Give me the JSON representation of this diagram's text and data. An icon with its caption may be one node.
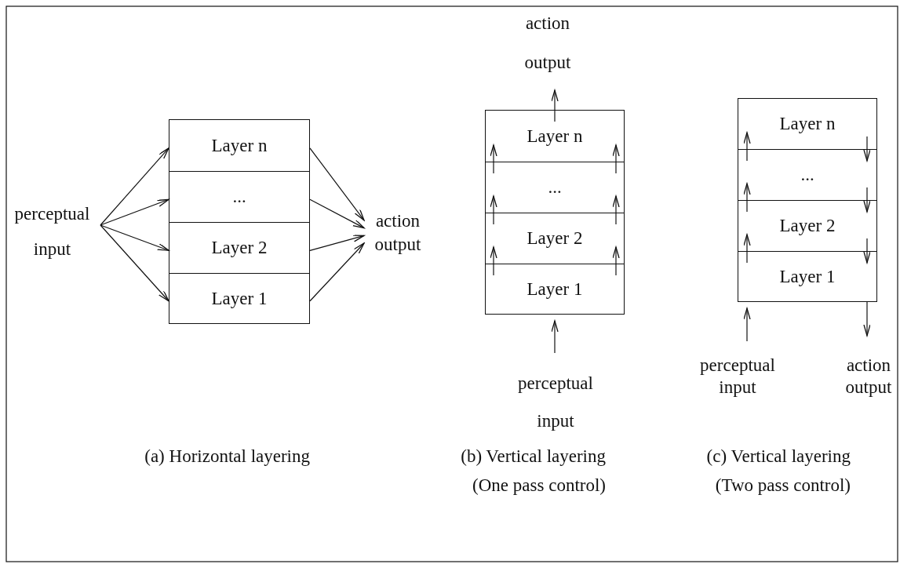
{
  "diagram": {
    "nodes": [
      {
        "text": [
          "perceptual input"
        ]
      },
      {
        "text": [
          "Layer n"
        ]
      },
      {
        "text": [
          "..."
        ]
      },
      {
        "text": [
          "Layer 2"
        ]
      },
      {
        "text": [
          "Layer 1"
        ]
      },
      {
        "text": [
          "action output"
        ]
      },
      {
        "text": [
          "action output"
        ]
      },
      {
        "text": [
          "Layer n"
        ]
      },
      {
        "text": [
          "..."
        ]
      },
      {
        "text": [
          "Layer 2"
        ]
      },
      {
        "text": [
          "Layer 1"
        ]
      },
      {
        "text": [
          "perceptual input"
        ]
      },
      {
        "text": [
          "Layer n"
        ]
      },
      {
        "text": [
          "..."
        ]
      },
      {
        "text": [
          "Layer 2"
        ]
      },
      {
        "text": [
          "Layer 1"
        ]
      },
      {
        "text": [
          "perceptual input"
        ]
      },
      {
        "text": [
          "action output"
        ]
      }
    ],
    "edges": [
      {
        "from": 0,
        "to": 1,
        "arrow": "to"
      },
      {
        "from": 0,
        "to": 2,
        "arrow": "to"
      },
      {
        "from": 0,
        "to": 3,
        "arrow": "to"
      },
      {
        "from": 0,
        "to": 4,
        "arrow": "to"
      },
      {
        "from": 1,
        "to": 5,
        "arrow": "to"
      },
      {
        "from": 2,
        "to": 5,
        "arrow": "to"
      },
      {
        "from": 3,
        "to": 5,
        "arrow": "to"
      },
      {
        "from": 4,
        "to": 5,
        "arrow": "to"
      },
      {
        "from": 11,
        "to": 10,
        "arrow": "to"
      },
      {
        "from": 10,
        "to": 9,
        "arrow": "to"
      },
      {
        "from": 10,
        "to": 9,
        "arrow": "to"
      },
      {
        "from": 9,
        "to": 8,
        "arrow": "to"
      },
      {
        "from": 9,
        "to": 8,
        "arrow": "to"
      },
      {
        "from": 8,
        "to": 7,
        "arrow": "to"
      },
      {
        "from": 8,
        "to": 7,
        "arrow": "to"
      },
      {
        "from": 7,
        "to": 6,
        "arrow": "to"
      },
      {
        "from": 16,
        "to": 15,
        "arrow": "to"
      },
      {
        "from": 15,
        "to": 14,
        "arrow": "to"
      },
      {
        "from": 14,
        "to": 13,
        "arrow": "to"
      },
      {
        "from": 13,
        "to": 12,
        "arrow": "to"
      },
      {
        "from": 12,
        "to": 13,
        "arrow": "to"
      },
      {
        "from": 13,
        "to": 14,
        "arrow": "to"
      },
      {
        "from": 14,
        "to": 15,
        "arrow": "to"
      },
      {
        "from": 15,
        "to": 17,
        "arrow": "to"
      }
    ],
    "labels": [
      "(a) Horizontal layering",
      "(b) Vertical layering (One pass control)",
      "(c) Vertical layering (Two pass control)"
    ]
  }
}
